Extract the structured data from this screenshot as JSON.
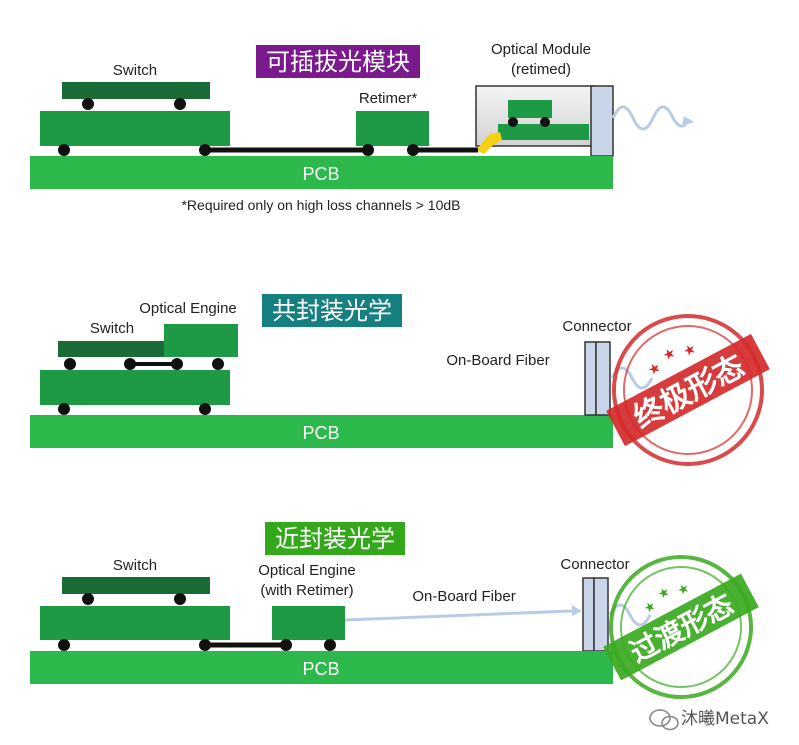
{
  "panel1": {
    "title": "可插拔光模块",
    "switch_label": "Switch",
    "retimer_label": "Retimer*",
    "module_label_line1": "Optical Module",
    "module_label_line2": "(retimed)",
    "pcb_label": "PCB",
    "footnote": "*Required only on high loss channels > 10dB"
  },
  "panel2": {
    "title": "共封装光学",
    "engine_label": "Optical Engine",
    "switch_label": "Switch",
    "connector_label": "Connector",
    "fiber_label": "On-Board Fiber",
    "pcb_label": "PCB",
    "stamp_text": "终极形态"
  },
  "panel3": {
    "title": "近封装光学",
    "switch_label": "Switch",
    "engine_label_line1": "Optical Engine",
    "engine_label_line2": "(with Retimer)",
    "fiber_label": "On-Board Fiber",
    "connector_label": "Connector",
    "pcb_label": "PCB",
    "stamp_text": "过渡形态"
  },
  "watermark": "沐曦MetaX",
  "colors": {
    "pcb": "#2db84b",
    "component": "#1e9a45",
    "dark_component": "#1a6b38",
    "title1_bg": "#7a1a8c",
    "title2_bg": "#167f7f",
    "title3_bg": "#33a81a",
    "stamp_red": "#d42a2a",
    "stamp_green": "#3aa91f",
    "fiber": "#b8cbe4",
    "connector": "#c9d6ea"
  }
}
